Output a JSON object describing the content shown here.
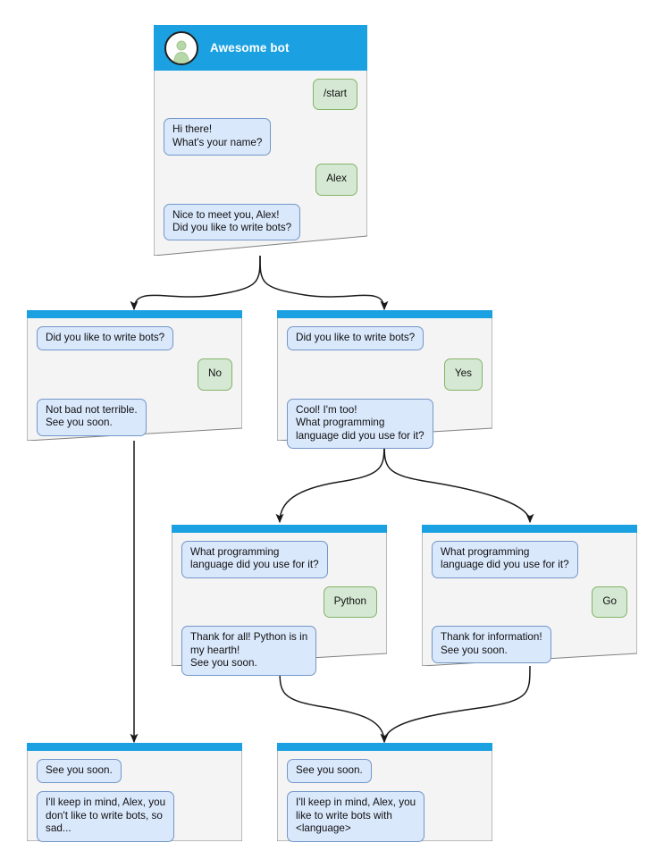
{
  "diagram": {
    "title": "Awesome bot chatbot conversation flow",
    "colors": {
      "header_blue": "#1ba1e2",
      "card_body": "#f4f4f4",
      "card_border": "#808080",
      "bot_bubble_fill": "#dae8fc",
      "bot_bubble_border": "#7396c8",
      "user_bubble_fill": "#d5e8d4",
      "user_bubble_border": "#84b367",
      "edge_stroke": "#1a1a1a",
      "avatar_person": "#b6d7a8"
    }
  },
  "root_card": {
    "id": "card-start",
    "header": {
      "bot_name": "Awesome bot",
      "avatar_icon": "person-avatar-icon"
    },
    "messages": [
      {
        "side": "user",
        "text": "/start"
      },
      {
        "side": "bot",
        "text": "Hi there!\nWhat's your name?"
      },
      {
        "side": "user",
        "text": "Alex"
      },
      {
        "side": "bot",
        "text": "Nice to meet you, Alex!\nDid you like to write bots?"
      }
    ]
  },
  "cards": [
    {
      "id": "card-no",
      "messages": [
        {
          "side": "bot",
          "text": "Did you like to write bots?"
        },
        {
          "side": "user",
          "text": "No"
        },
        {
          "side": "bot",
          "text": "Not bad not terrible.\nSee you soon."
        }
      ]
    },
    {
      "id": "card-yes",
      "messages": [
        {
          "side": "bot",
          "text": "Did you like to write bots?"
        },
        {
          "side": "user",
          "text": "Yes"
        },
        {
          "side": "bot",
          "text": "Cool! I'm too!\nWhat programming\nlanguage did you use for it?"
        }
      ]
    },
    {
      "id": "card-python",
      "messages": [
        {
          "side": "bot",
          "text": "What programming\nlanguage did you use for it?"
        },
        {
          "side": "user",
          "text": "Python"
        },
        {
          "side": "bot",
          "text": "Thank for all! Python is in\nmy hearth!\nSee you soon."
        }
      ]
    },
    {
      "id": "card-go",
      "messages": [
        {
          "side": "bot",
          "text": "What programming\nlanguage did you use for it?"
        },
        {
          "side": "user",
          "text": "Go"
        },
        {
          "side": "bot",
          "text": "Thank for information!\nSee you soon."
        }
      ]
    },
    {
      "id": "card-end-sad",
      "messages": [
        {
          "side": "bot",
          "text": "See you soon."
        },
        {
          "side": "bot",
          "text": "I'll keep in mind, Alex, you\ndon't like to write bots, so\nsad..."
        }
      ]
    },
    {
      "id": "card-end-happy",
      "messages": [
        {
          "side": "bot",
          "text": "See you soon."
        },
        {
          "side": "bot",
          "text": "I'll keep in mind, Alex, you\nlike to write bots with\n<language>"
        }
      ]
    }
  ]
}
